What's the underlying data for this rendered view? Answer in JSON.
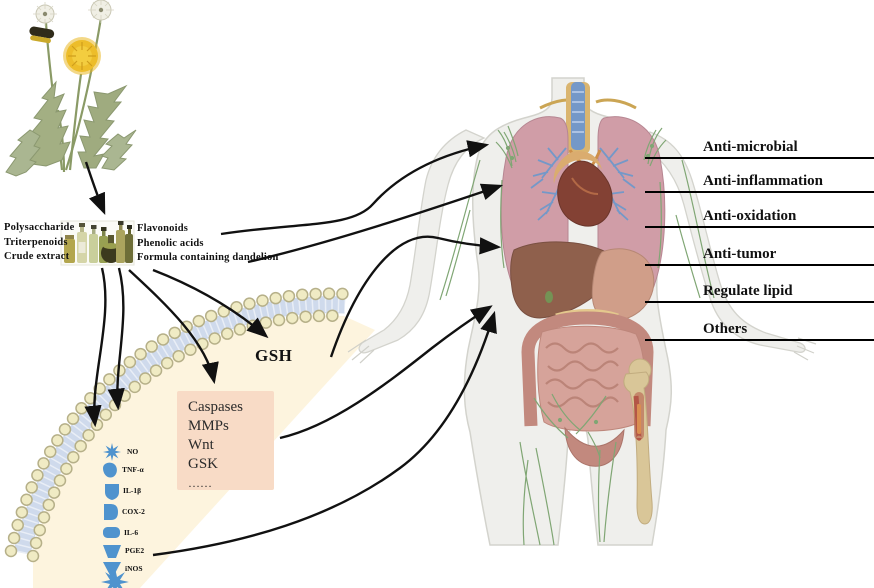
{
  "figure": {
    "subject": "dandelion-bioactivity-diagram",
    "plant_icon": "dandelion-plant-illustration",
    "extract_icon": "extract-bottles-illustration",
    "body_icon": "human-body-organs-illustration"
  },
  "compound_groups": {
    "left": [
      "Polysaccharide",
      "Triterpenoids",
      "Crude extract"
    ],
    "right": [
      "Flavonoids",
      "Phenolic acids",
      "Formula containing dandelion"
    ]
  },
  "cell": {
    "gsh_label": "GSH",
    "signaling_molecules": [
      "Caspases",
      "MMPs",
      "Wnt",
      "GSK",
      "……"
    ],
    "cytokines": [
      {
        "label": "NO",
        "icon": "burst-star-icon"
      },
      {
        "label": "TNF-α",
        "icon": "blob-icon"
      },
      {
        "label": "IL-1β",
        "icon": "shield-icon"
      },
      {
        "label": "COX-2",
        "icon": "half-round-icon"
      },
      {
        "label": "IL-6",
        "icon": "rounded-rect-icon"
      },
      {
        "label": "PGE2",
        "icon": "trapezoid-icon"
      },
      {
        "label": "iNOS",
        "icon": "triangle-down-icon"
      }
    ]
  },
  "effects": [
    {
      "label": "Anti-microbial"
    },
    {
      "label": "Anti-inflammation"
    },
    {
      "label": "Anti-oxidation"
    },
    {
      "label": "Anti-tumor"
    },
    {
      "label": "Regulate lipid"
    },
    {
      "label": "Others"
    }
  ],
  "colors": {
    "cytokine_blue": "#4f93ce",
    "cell_fill": "#fdf3dc",
    "membrane_bead": "#f0ebc4",
    "membrane_band": "#cfdaec",
    "signal_box_fill": "#f8dbc6",
    "arrow": "#111111",
    "lymph_green": "#7ba36f",
    "lung_pink": "#cf9aa4",
    "liver_brown": "#8b5a45",
    "intestine_pink": "#c08579",
    "bone_tan": "#d8c494"
  }
}
